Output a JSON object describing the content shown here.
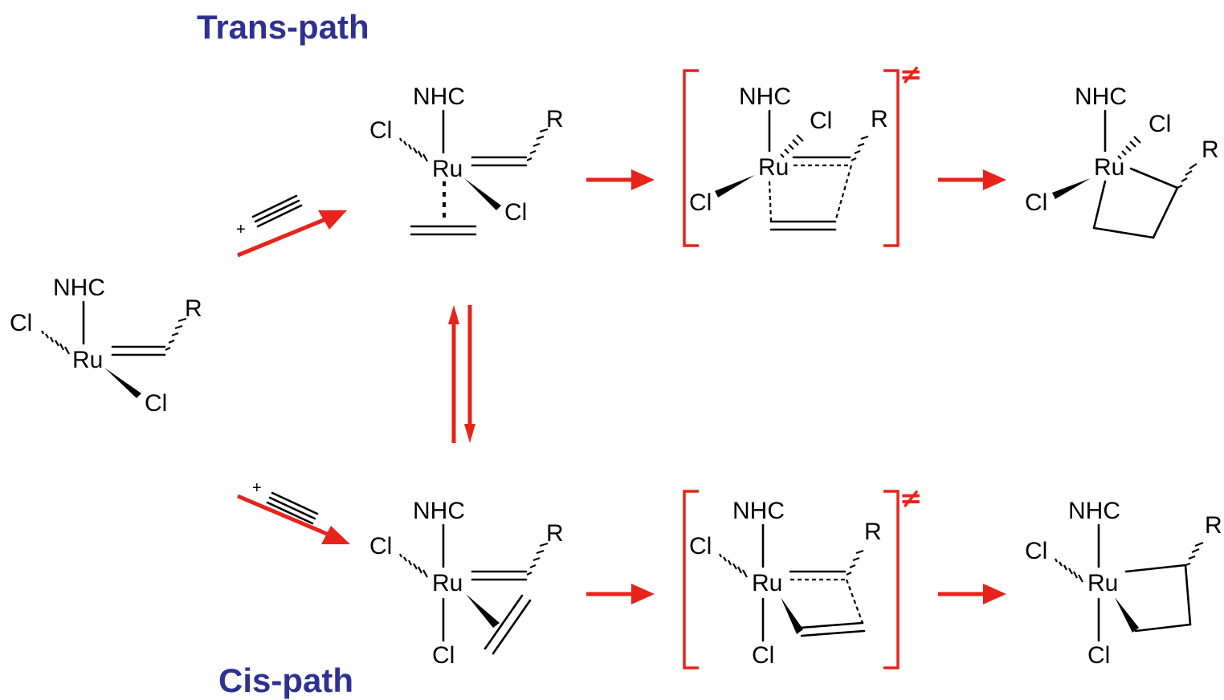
{
  "titles": {
    "trans": "Trans-path",
    "cis": "Cis-path"
  },
  "labels": {
    "nhc": "NHC",
    "cl": "Cl",
    "ru": "Ru",
    "r": "R",
    "plus": "+",
    "ts_mark": "≠"
  },
  "colors": {
    "title": "#2e3192",
    "arrow": "#e8231b",
    "bond": "#000000"
  }
}
